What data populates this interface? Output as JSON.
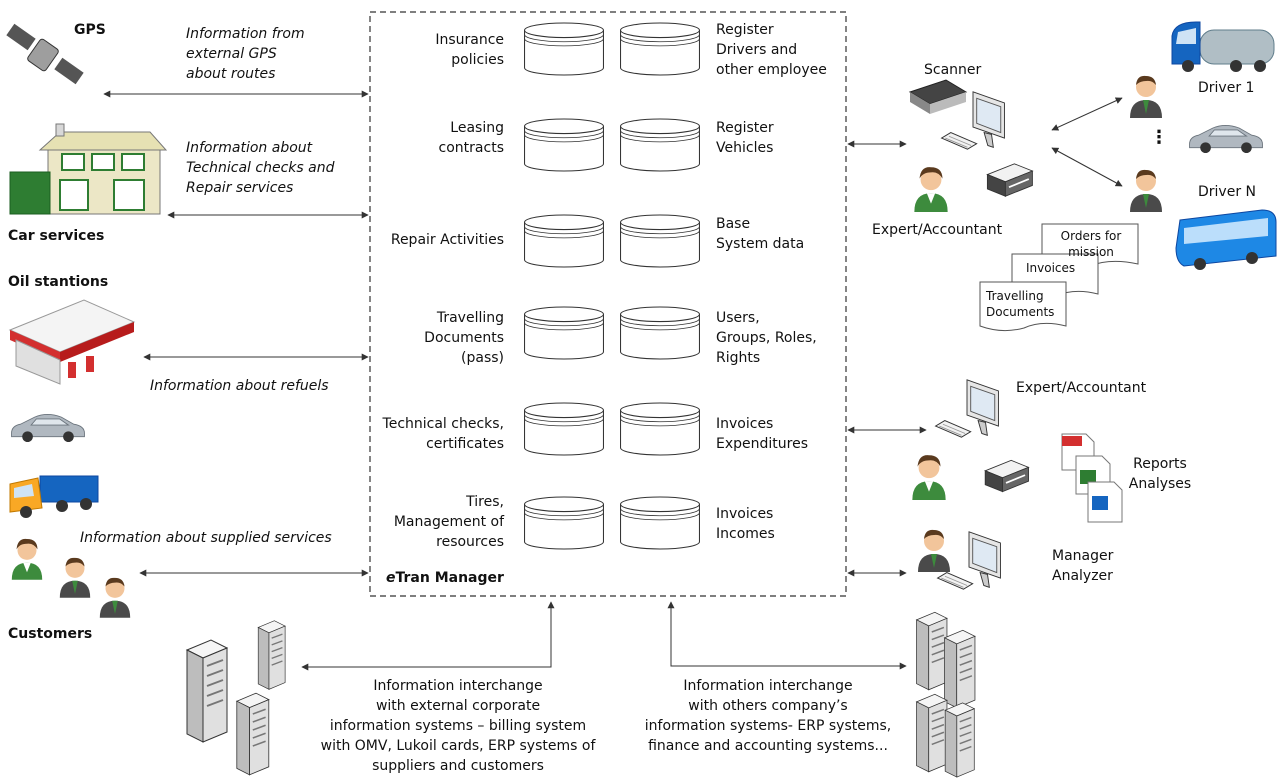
{
  "left": {
    "gps_label": "GPS",
    "gps_info": "Information from\nexternal GPS\nabout routes",
    "car_services_info": "Information about\nTechnical checks and\nRepair services",
    "car_services_label": "Car services",
    "oil_label": "Oil stantions",
    "refuels_info": "Information about refuels",
    "supplied_info": "Information about supplied services",
    "customers_label": "Customers"
  },
  "center": {
    "system_prefix": "e",
    "system_name": "Tran Manager",
    "rows": [
      {
        "left": "Insurance\npolicies",
        "right": "Register\nDrivers and\nother employee"
      },
      {
        "left": "Leasing\ncontracts",
        "right": "Register\nVehicles"
      },
      {
        "left": "Repair Activities",
        "right": "Base\nSystem data"
      },
      {
        "left": "Travelling\nDocuments\n(pass)",
        "right": "Users,\nGroups, Roles,\nRights"
      },
      {
        "left": "Technical checks,\ncertificates",
        "right": "Invoices\nExpenditures"
      },
      {
        "left": "Tires,\nManagement of\nresources",
        "right": "Invoices\nIncomes"
      }
    ]
  },
  "right": {
    "scanner_label": "Scanner",
    "driver1_label": "Driver 1",
    "dots": "⋮",
    "driverN_label": "Driver N",
    "expert_label_top": "Expert/Accountant",
    "doc_orders": "Orders for\nmission",
    "doc_invoices": "Invoices",
    "doc_travelling": "Travelling\nDocuments",
    "expert_label_mid": "Expert/Accountant",
    "reports_label": "Reports\nAnalyses",
    "manager_label": "Manager\nAnalyzer"
  },
  "bottom": {
    "external_info": "Information interchange\nwith external corporate\ninformation systems – billing system\nwith OMV, Lukoil cards, ERP systems of\nsuppliers and customers",
    "internal_info": "Information interchange\nwith others company’s\ninformation systems- ERP systems,\nfinance  and accounting systems..."
  },
  "colors": {
    "line": "#333333",
    "person_body": "#3d8b3d",
    "skin": "#f2c59b",
    "hair": "#5a3a1e",
    "truck_blue": "#1565c0",
    "bus_blue": "#1e88e5",
    "car_silver": "#b0b8c0",
    "roof_red": "#d32f2f",
    "house_wall": "#ece7c6",
    "house_green": "#2e7d32",
    "server": "#e8e8e8"
  }
}
